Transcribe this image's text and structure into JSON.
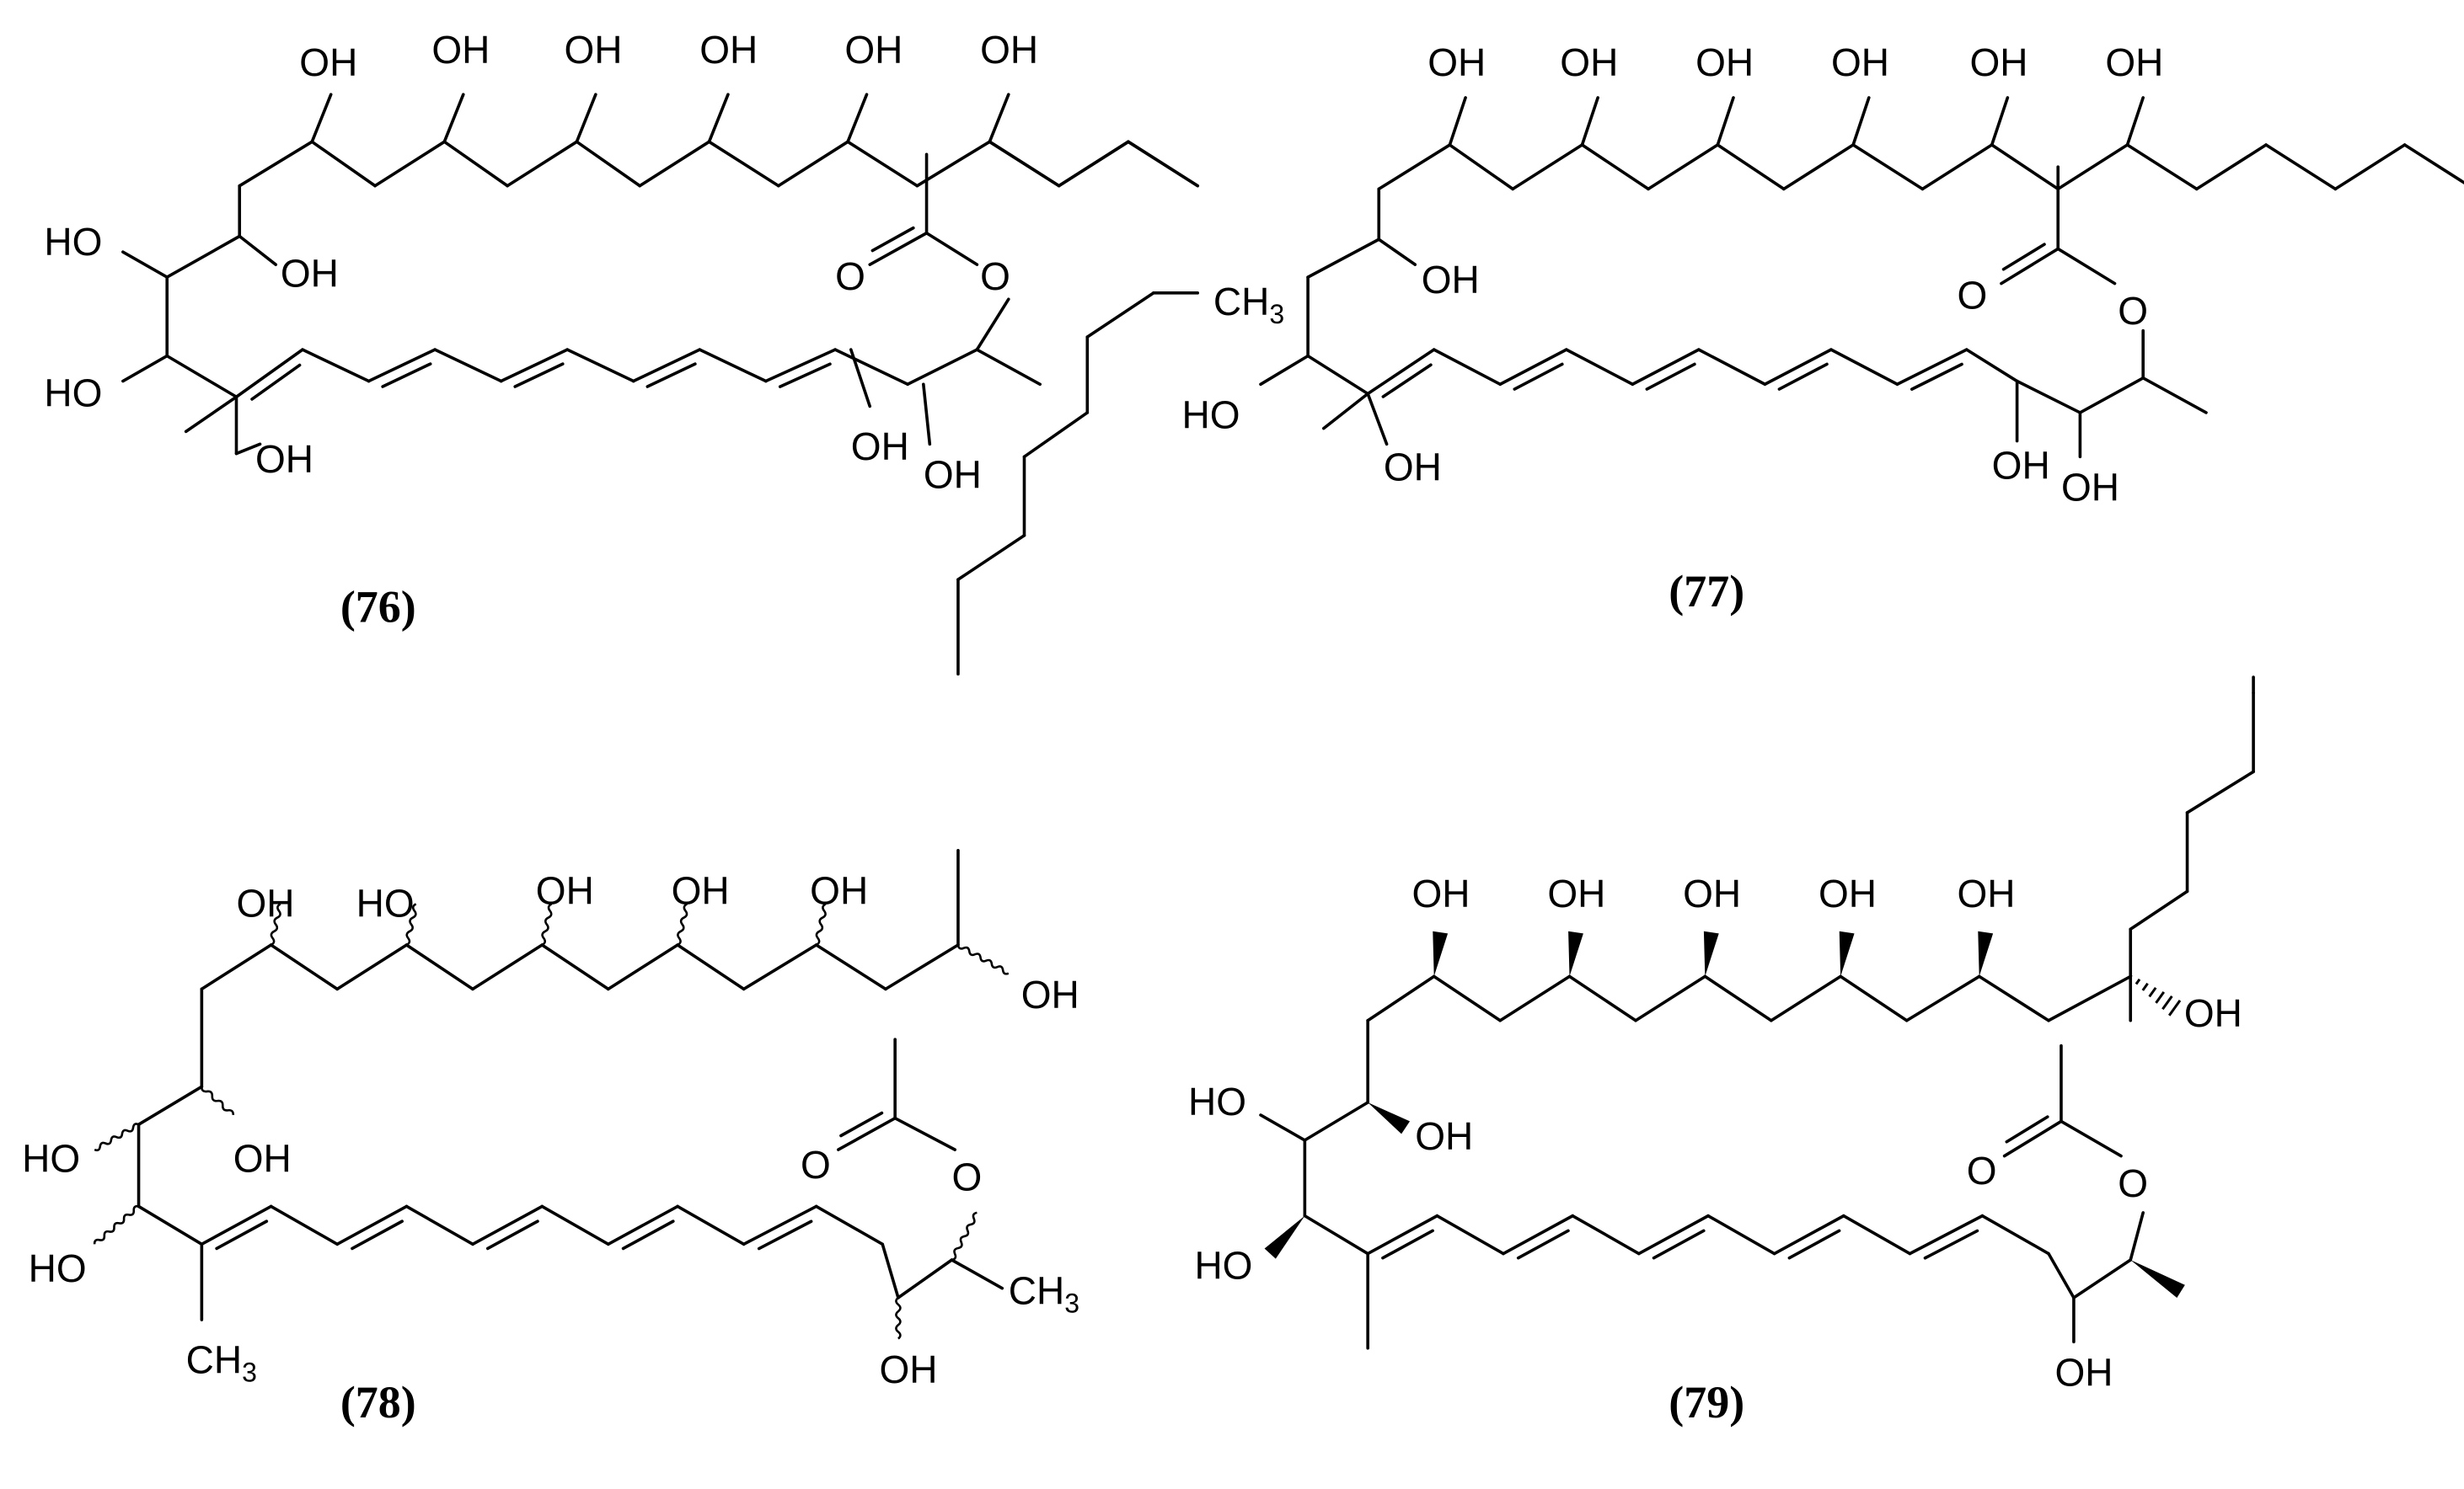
{
  "atom_labels": {
    "hydroxyl": "OH",
    "hydroxyl_left": "HO",
    "ester_carbonyl_oxygen": "O",
    "ring_oxygen": "O",
    "methyl_carbon": "CH",
    "methyl_subscript": "3"
  },
  "compounds": [
    {
      "id": "76",
      "caption": "(76)"
    },
    {
      "id": "77",
      "caption": "(77)"
    },
    {
      "id": "78",
      "caption": "(78)"
    },
    {
      "id": "79",
      "caption": "(79)"
    }
  ]
}
